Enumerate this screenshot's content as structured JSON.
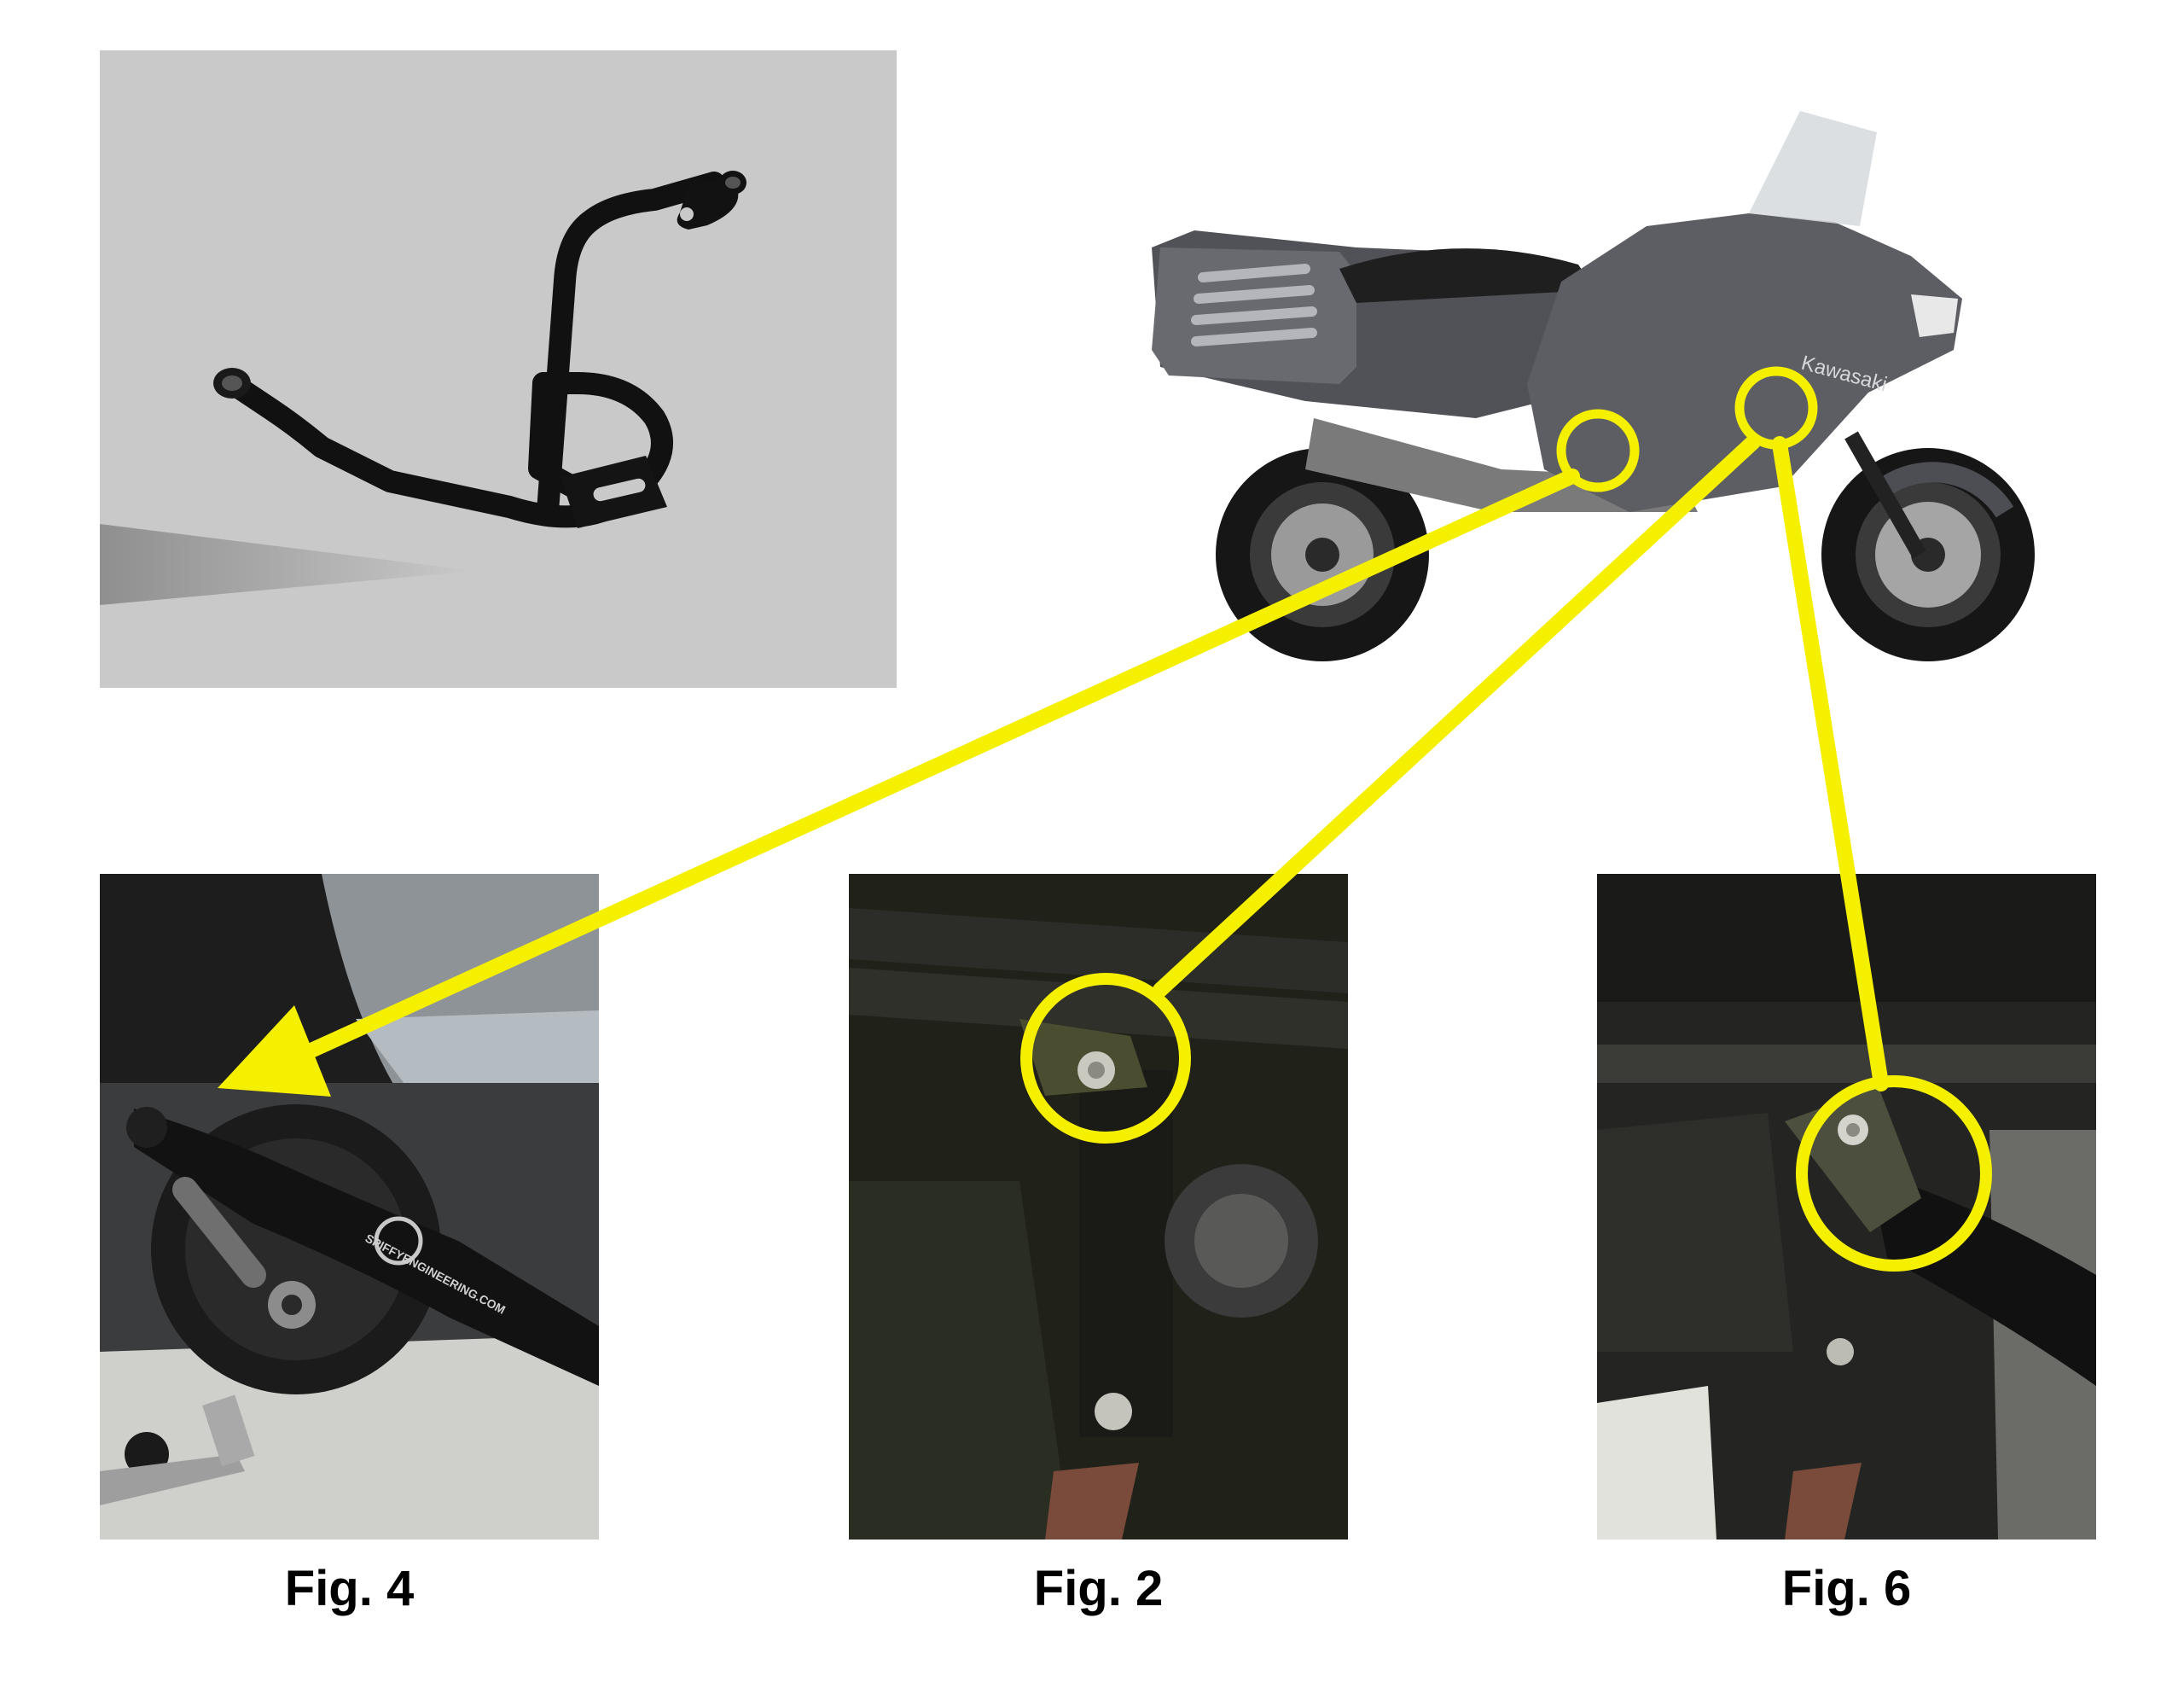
{
  "captions": {
    "fig4": "Fig. 4",
    "fig2": "Fig. 2",
    "fig6": "Fig. 6"
  },
  "logo_text": "SPIFFYENGINEERING.COM",
  "brand_text": "Kawasaki",
  "colors": {
    "highlight": "#f5ef00",
    "background": "#ffffff",
    "render_background": "#c9c9c9"
  },
  "icons": [
    "engine-guard-render",
    "motorcycle-photo",
    "callout-circle",
    "arrow-head"
  ]
}
